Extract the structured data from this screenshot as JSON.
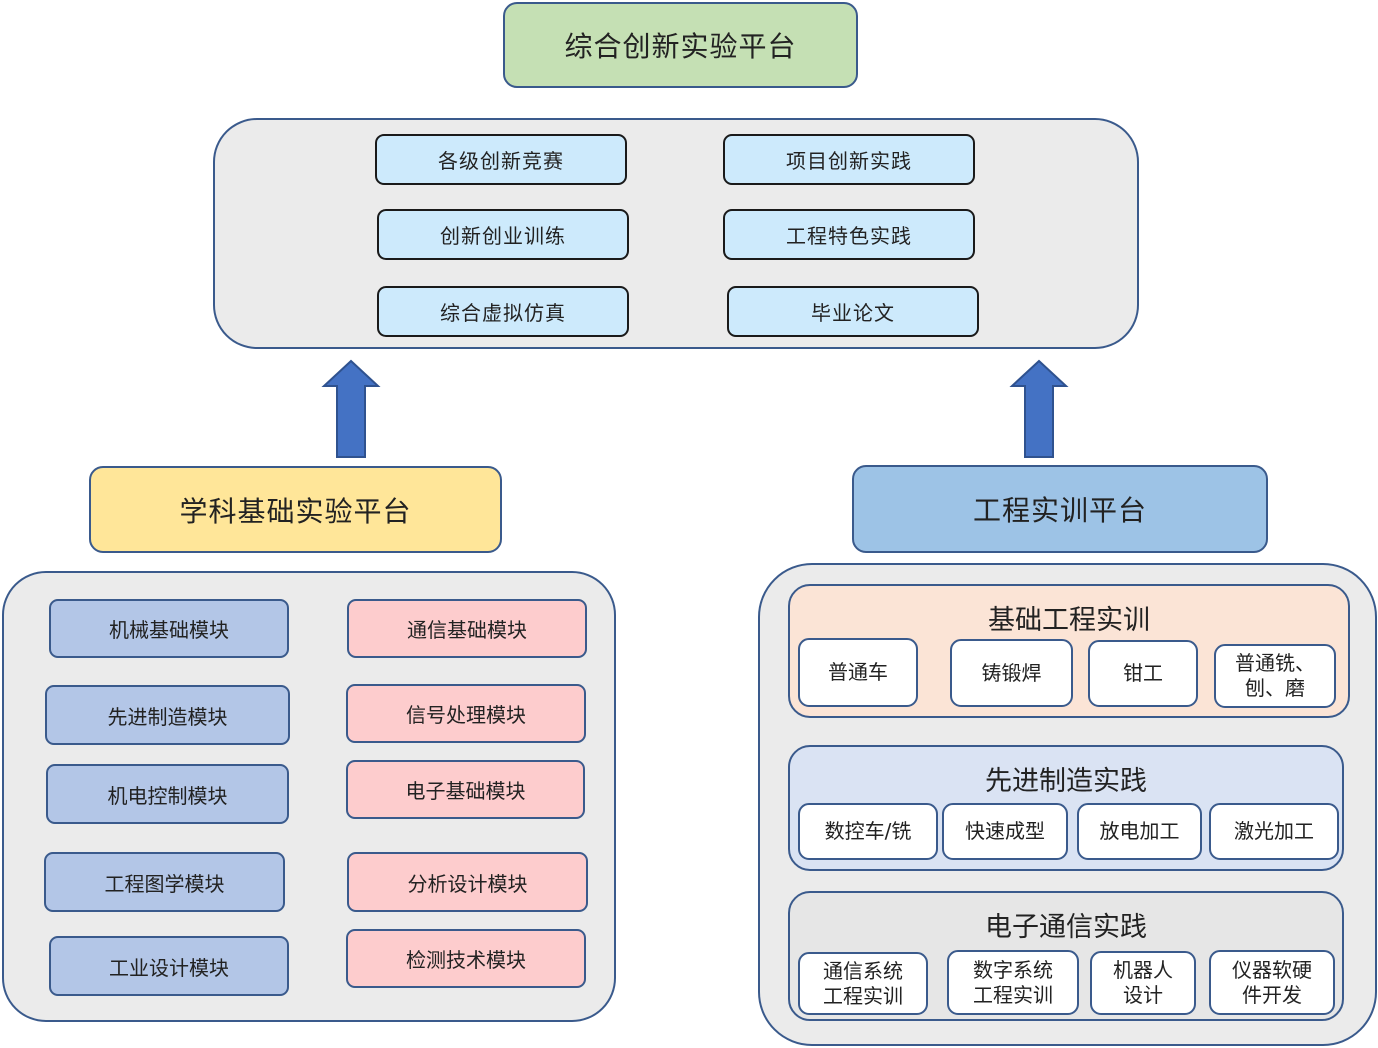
{
  "top": {
    "title": "综合创新实验平台",
    "items": [
      "各级创新竞赛",
      "项目创新实践",
      "创新创业训练",
      "工程特色实践",
      "综合虚拟仿真",
      "毕业论文"
    ]
  },
  "left": {
    "title": "学科基础实验平台",
    "blue_modules": [
      "机械基础模块",
      "先进制造模块",
      "机电控制模块",
      "工程图学模块",
      "工业设计模块"
    ],
    "red_modules": [
      "通信基础模块",
      "信号处理模块",
      "电子基础模块",
      "分析设计模块",
      "检测技术模块"
    ]
  },
  "right": {
    "title": "工程实训平台",
    "groups": [
      {
        "title": "基础工程实训",
        "items": [
          [
            "普通车"
          ],
          [
            "铸锻焊"
          ],
          [
            "钳工"
          ],
          [
            "普通铣、",
            "刨、磨"
          ]
        ]
      },
      {
        "title": "先进制造实践",
        "items": [
          [
            "数控车/铣"
          ],
          [
            "快速成型"
          ],
          [
            "放电加工"
          ],
          [
            "激光加工"
          ]
        ]
      },
      {
        "title": "电子通信实践",
        "items": [
          [
            "通信系统",
            "工程实训"
          ],
          [
            "数字系统",
            "工程实训"
          ],
          [
            "机器人",
            "设计"
          ],
          [
            "仪器软硬",
            "件开发"
          ]
        ]
      }
    ]
  },
  "colors": {
    "top_title_fill": "#c5e0b4",
    "left_title_fill": "#ffe699",
    "right_title_fill": "#9dc3e6",
    "container_fill": "#ebebeb",
    "border": "#3a5a8c",
    "arrow_fill": "#4472c4",
    "pill_fill": "#cdeafc",
    "blue_module_fill": "#b3c6e7",
    "red_module_fill": "#fdcccd",
    "group1_fill": "#fbe4d6",
    "group2_fill": "#dae3f3",
    "group3_fill": "#e6e6e6"
  }
}
